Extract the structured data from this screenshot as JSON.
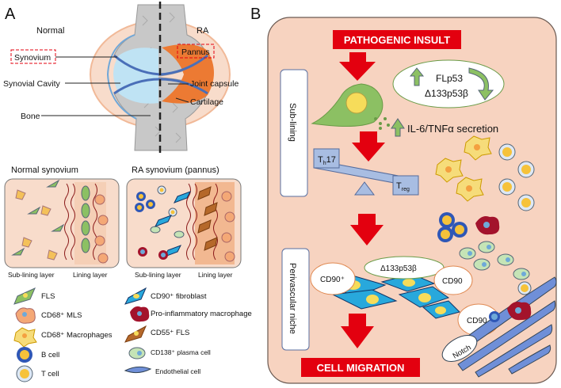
{
  "panel_a": {
    "letter": "A",
    "joint": {
      "normal_label": "Normal",
      "ra_label": "RA",
      "synovium": "Synovium",
      "pannus": "Pannus",
      "synovial_cavity": "Synovial Cavity",
      "joint_capsule": "Joint capsule",
      "cartilage": "Cartilage",
      "bone": "Bone"
    },
    "normal_synovium_title": "Normal synovium",
    "ra_synovium_title": "RA synovium (pannus)",
    "layer_labels": {
      "normal_sub": "Sub-lining layer",
      "normal_lining": "Lining layer",
      "ra_sub": "Sub-lining layer",
      "ra_lining": "Lining layer"
    },
    "legend": [
      {
        "label": "FLS",
        "icon": "fls-icon"
      },
      {
        "label": "CD90⁺ fibroblast",
        "icon": "cd90-fibroblast-icon"
      },
      {
        "label": "CD68⁺ MLS",
        "icon": "mls-icon"
      },
      {
        "label": "Pro-inflammatory macrophage",
        "icon": "pro-inflammatory-macrophage-icon"
      },
      {
        "label": "CD68⁺ Macrophages",
        "icon": "macrophage-icon"
      },
      {
        "label": "CD55⁺ FLS",
        "icon": "cd55-fls-icon"
      },
      {
        "label": "B cell",
        "icon": "b-cell-icon"
      },
      {
        "label": "CD138⁺ plasma cell",
        "icon": "plasma-cell-icon"
      },
      {
        "label": "T cell",
        "icon": "t-cell-icon"
      },
      {
        "label": "Endothelial cell",
        "icon": "endothelial-cell-icon"
      }
    ]
  },
  "panel_b": {
    "letter": "B",
    "pathogenic_insult": "PATHOGENIC INSULT",
    "flp53": "FLp53",
    "d133": "Δ133p53β",
    "il6": "IL-6/TNFα secretion",
    "sublining": "Sub-lining",
    "th17_main": "T",
    "th17_sub": "h",
    "th17_tail": "17",
    "treg_main": "T",
    "treg_sub": "reg",
    "perivascular": "Perivascular niche",
    "cd90_plus": "CD90⁺",
    "cd90_a": "CD90",
    "cd90_b": "CD90",
    "d133_2": "Δ133p53β",
    "notch": "Notch",
    "cell_migration": "CELL MIGRATION"
  },
  "colors": {
    "red": "#e3000f",
    "panel_bg": "#f7d3c0",
    "green_cell": "#8cc063",
    "blue_fibroblast": "#28a8dc",
    "orange_pannus": "#ec7a33",
    "light_blue_cavity": "#bfe3f4",
    "yellow_nucleus": "#f6dc5a"
  }
}
